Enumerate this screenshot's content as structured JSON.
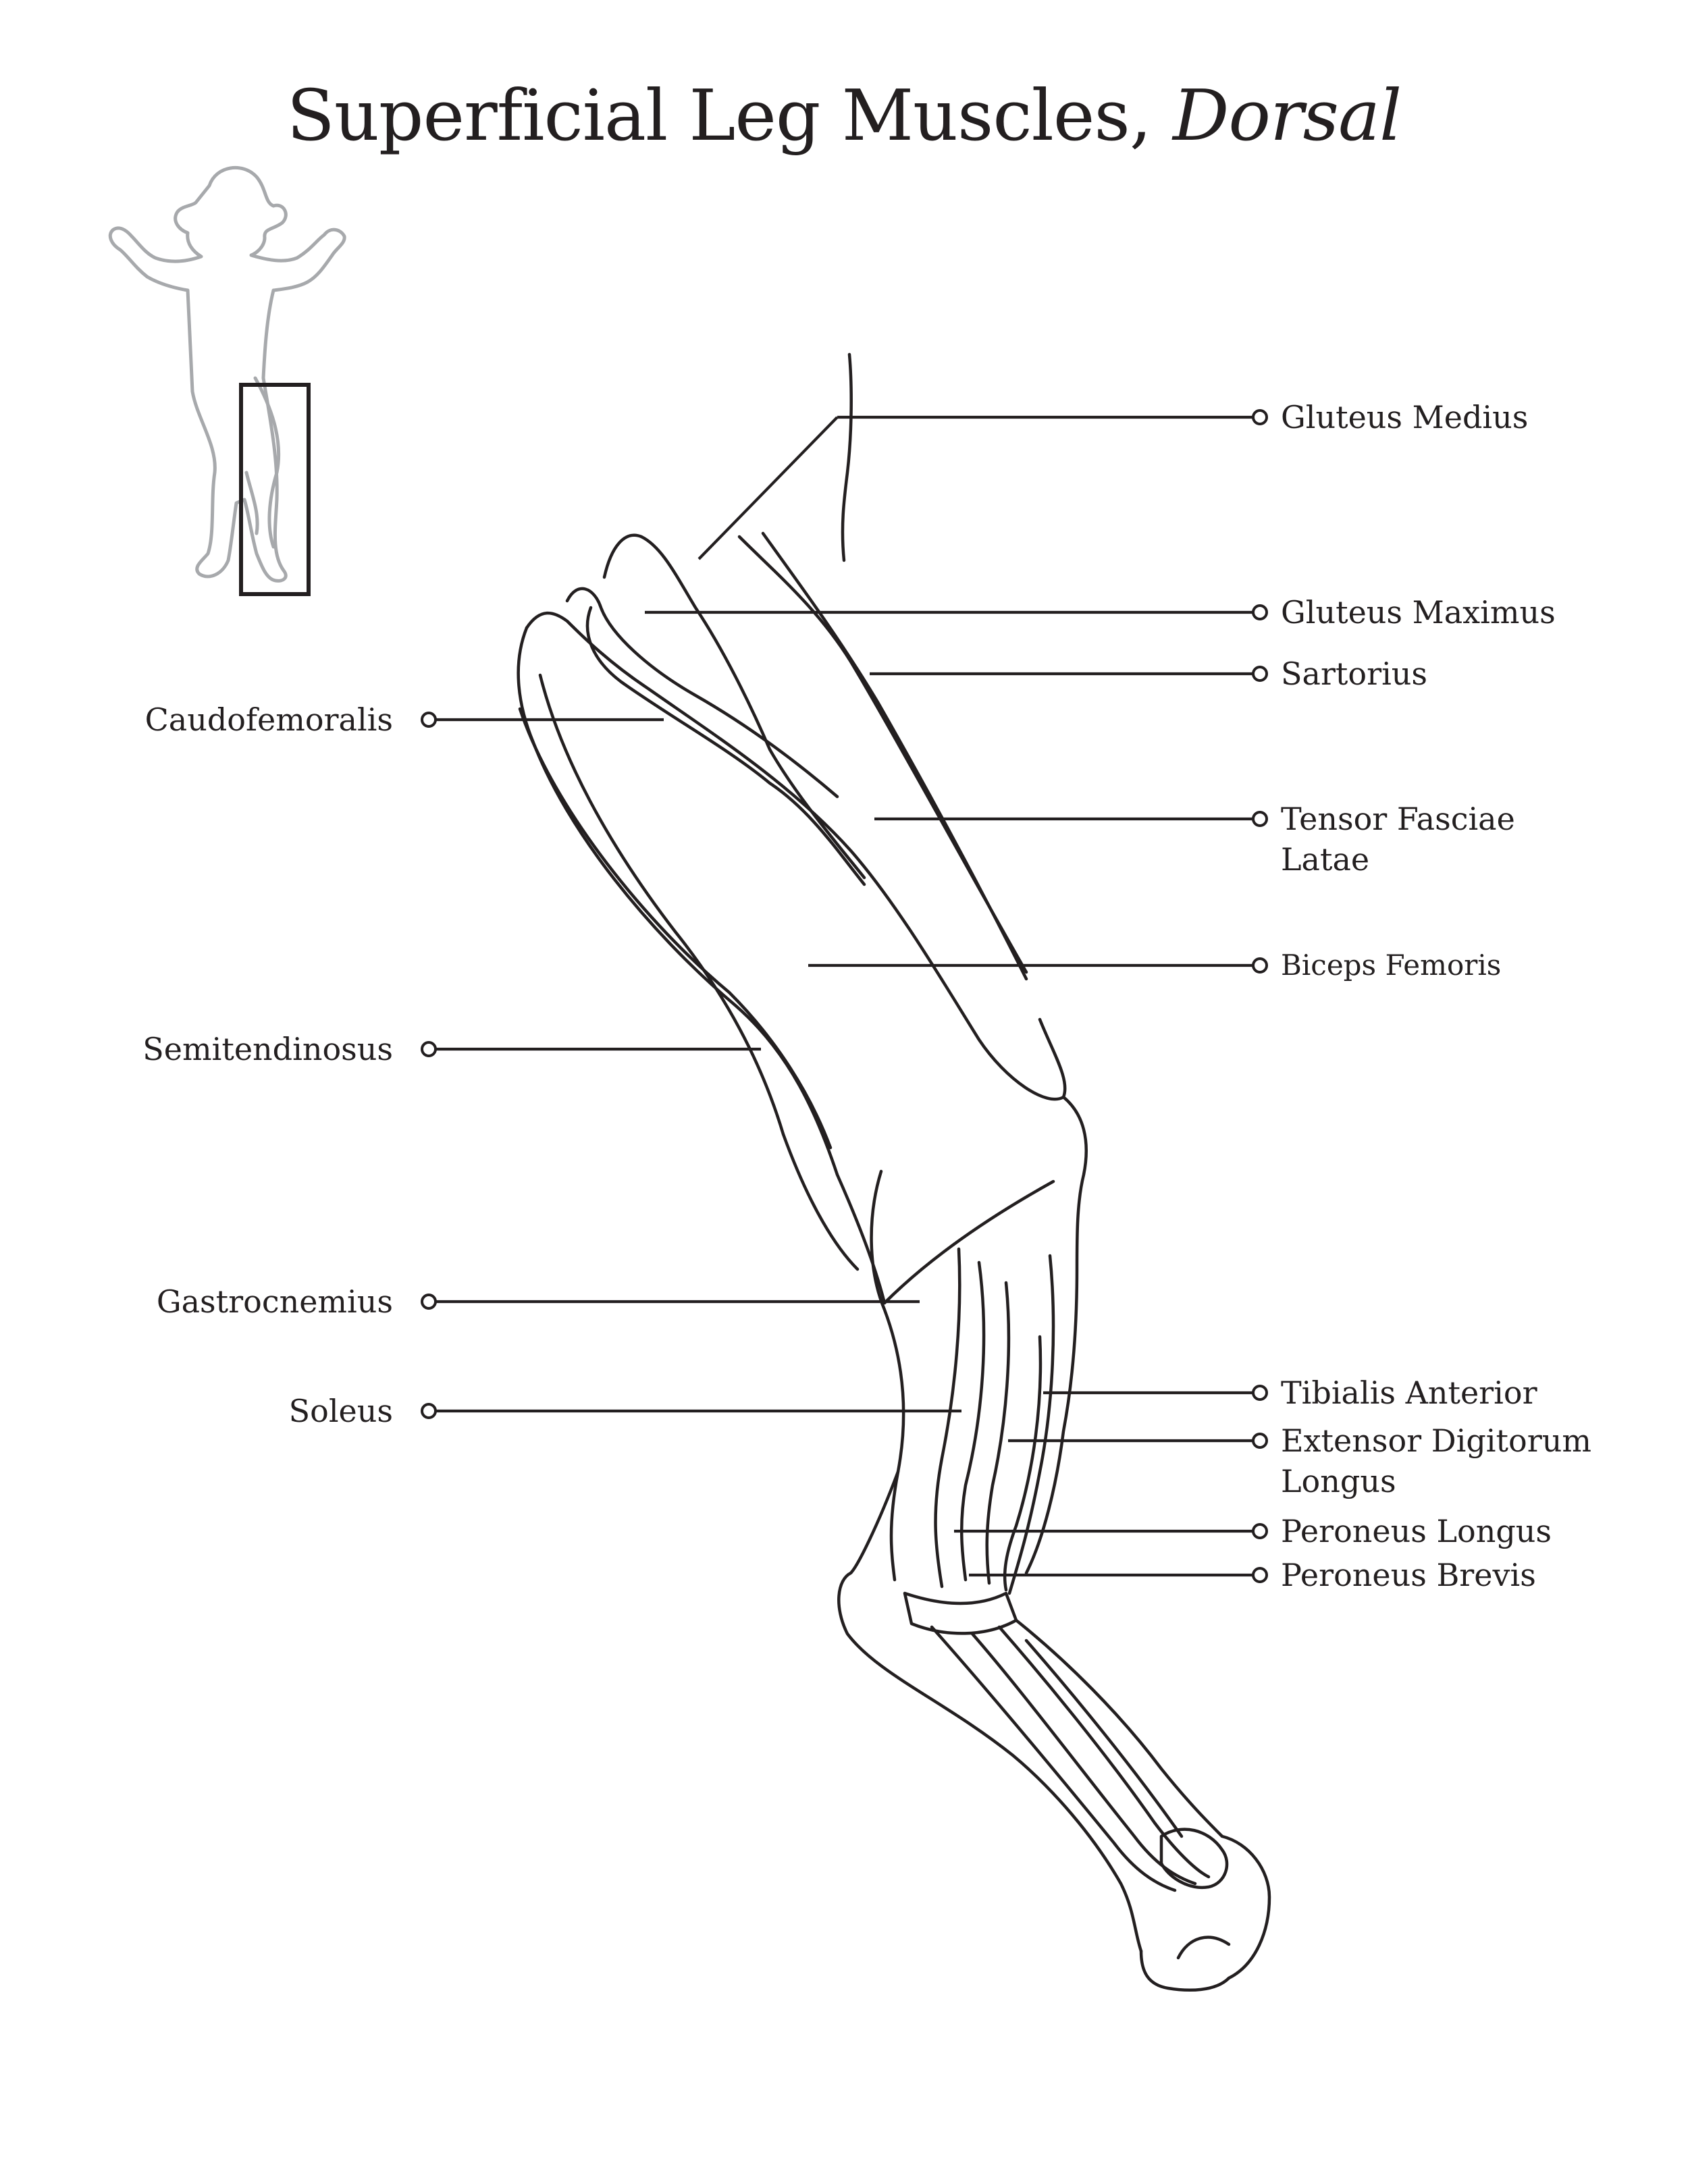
{
  "title": {
    "main": "Superficial Leg Muscles,",
    "italic": "Dorsal"
  },
  "labels": {
    "gluteus_medius": "Gluteus Medius",
    "gluteus_maximus": "Gluteus Maximus",
    "sartorius": "Sartorius",
    "tensor_fasciae_latae_line1": "Tensor Fasciae",
    "tensor_fasciae_latae_line2": "Latae",
    "biceps_femoris": "Biceps Femoris",
    "caudofemoralis": "Caudofemoralis",
    "semitendinosus": "Semitendinosus",
    "gastrocnemius": "Gastrocnemius",
    "soleus": "Soleus",
    "tibialis_anterior": "Tibialis  Anterior",
    "extensor_digitorum_longus_line1": "Extensor Digitorum",
    "extensor_digitorum_longus_line2": "Longus",
    "peroneus_longus": "Peroneus Longus",
    "peroneus_brevis": "Peroneus Brevis"
  },
  "colors": {
    "line": "#231f20",
    "body_outline": "#a7a9ac",
    "background": "#ffffff"
  }
}
